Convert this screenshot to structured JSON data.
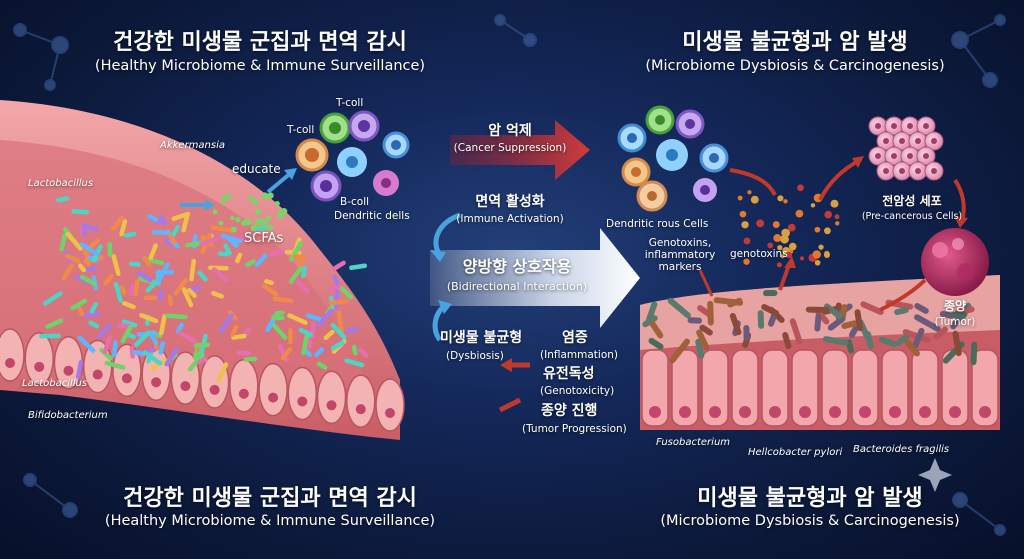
{
  "left": {
    "title_ko": "건강한 미생물 군집과 면역 감시",
    "title_en": "(Healthy Microbiome & Immune Surveillance)",
    "bottom_title_ko": "건강한 미생물 군집과 면역 감시",
    "bottom_title_en": "(Healthy Microbiome & Immune Surveillance)",
    "bacteria": {
      "akkermansia": "Akkermansia",
      "lactobacillus_top": "Lactobacillus",
      "lactobacillus_bottom": "Lactobacillus",
      "bifidobacterium": "Bifidobacterium"
    },
    "educate": "educate",
    "scfas": "SCFAs",
    "tcell_1": "T-coll",
    "tcell_2": "T-coll",
    "bcell": "B-coll",
    "dendritic": "Dendritic dells"
  },
  "right": {
    "title_ko": "미생물 불균형과 암 발생",
    "title_en": "(Microbiome Dysbiosis & Carcinogenesis)",
    "bottom_title_ko": "미생물 불균형과 암 발생",
    "bottom_title_en": "(Microbiome Dysbiosis & Carcinogenesis)",
    "dendritic": "Dendritic rous Cells",
    "genotoxins_markers": "Genotoxins,\ninflammatory\nmarkers",
    "genotoxins": "genotoxins",
    "precancer_ko": "전암성 세포",
    "precancer_en": "(Pre-cancerous Cells)",
    "tumor_ko": "종양",
    "tumor_en": "(Tumor)",
    "bacteria": {
      "fusobacterium": "Fusobacterium",
      "helicobacter": "Hellcobacter pylori",
      "bacteroides": "Bacteroides fragilis"
    }
  },
  "center": {
    "cancer_suppression_ko": "암 억제",
    "cancer_suppression_en": "(Cancer Suppression)",
    "immune_activation_ko": "면역 활성화",
    "immune_activation_en": "(Immune Activation)",
    "bidirectional_ko": "양방향 상호작용",
    "bidirectional_en": "(Bidirectional Interaction)",
    "dysbiosis_ko": "미생물 불균형",
    "dysbiosis_en": "(Dysbiosis)",
    "inflammation_ko": "염증",
    "inflammation_en": "(Inflammation)",
    "genotoxicity_ko": "유전독성",
    "genotoxicity_en": "(Genotoxicity)",
    "tumor_progression_ko": "종양 진행",
    "tumor_progression_en": "(Tumor Progression)"
  },
  "colors": {
    "tissue": "#e88a8f",
    "arrow_red": "#c0392b",
    "arrow_blue": "#4aa3df",
    "arrow_white": "#e8f0ff"
  }
}
